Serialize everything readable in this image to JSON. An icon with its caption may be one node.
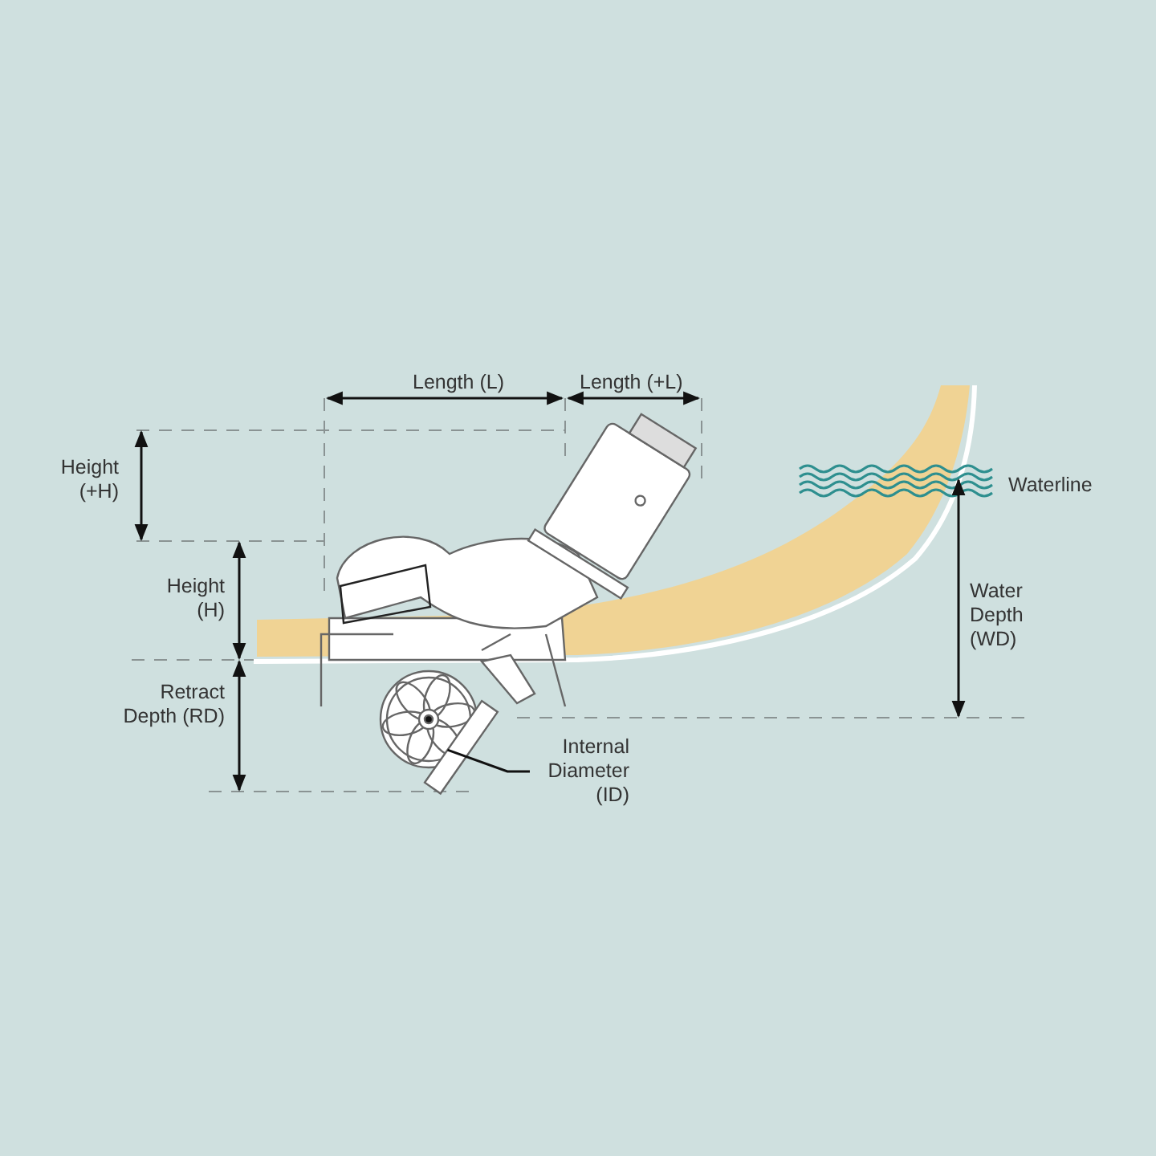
{
  "diagram": {
    "nodes": [
      {
        "text": [
          "Internal Diameter (ID)"
        ]
      },
      {
        "text": [],
        "shape": "bar"
      }
    ],
    "edges": [
      {
        "from": 0,
        "to": 1,
        "arrow": "none"
      }
    ],
    "labels": [
      "Length (L)",
      "Length (+L)",
      "Height (+H)",
      "Height (H)",
      "Waterline",
      "Water Depth (WD)",
      "Retract Depth (RD)"
    ]
  }
}
